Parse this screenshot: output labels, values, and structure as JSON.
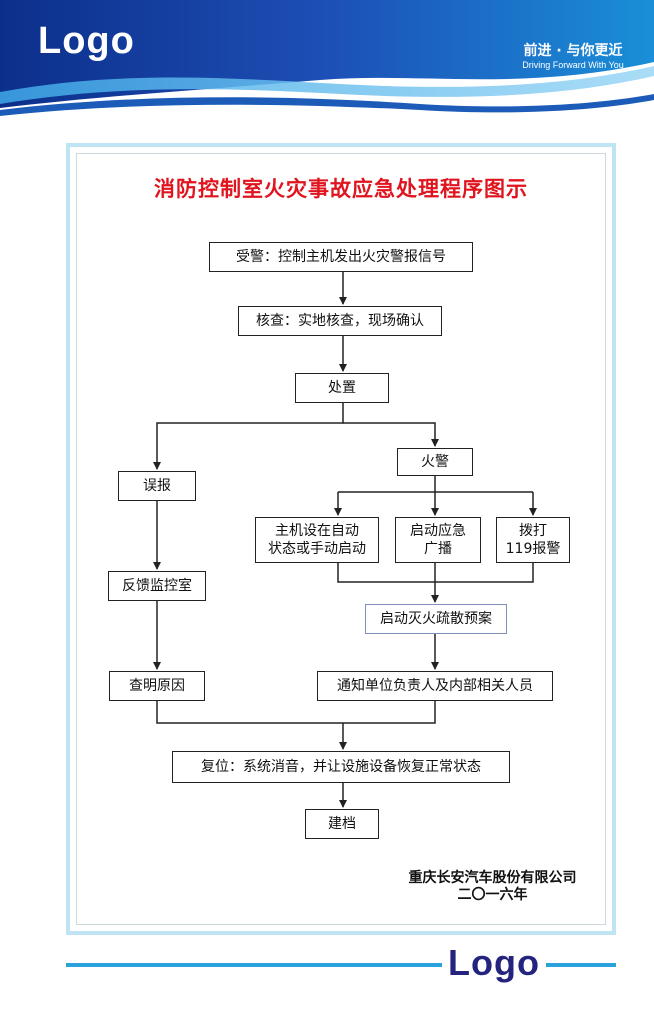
{
  "header": {
    "logo": "Logo",
    "slogan_cn": "前进 · 与你更近",
    "slogan_en": "Driving Forward With You"
  },
  "title": "消防控制室火灾事故应急处理程序图示",
  "flow": {
    "alarm": "受警：控制主机发出火灾警报信号",
    "verify": "核查：实地核查，现场确认",
    "handle": "处置",
    "false_alarm": "误报",
    "fire": "火警",
    "feedback": "反馈监控室",
    "host_auto": "主机设在自动\n状态或手动启动",
    "start_emergency": "启动应急\n广播",
    "dial_119": "拨打\n119报警",
    "evac_plan": "启动灭火疏散预案",
    "find_cause": "查明原因",
    "notify": "通知单位负责人及内部相关人员",
    "reset": "复位：系统消音，并让设施设备恢复正常状态",
    "archive": "建档"
  },
  "footer": {
    "company": "重庆长安汽车股份有限公司",
    "year": "二〇一六年",
    "logo": "Logo"
  },
  "colors": {
    "header_blue": "#1a3f9c",
    "title_red": "#e0141e",
    "frame_blue": "#bfe4f3",
    "footer_line": "#2aa3dd",
    "footer_logo": "#24247e"
  }
}
